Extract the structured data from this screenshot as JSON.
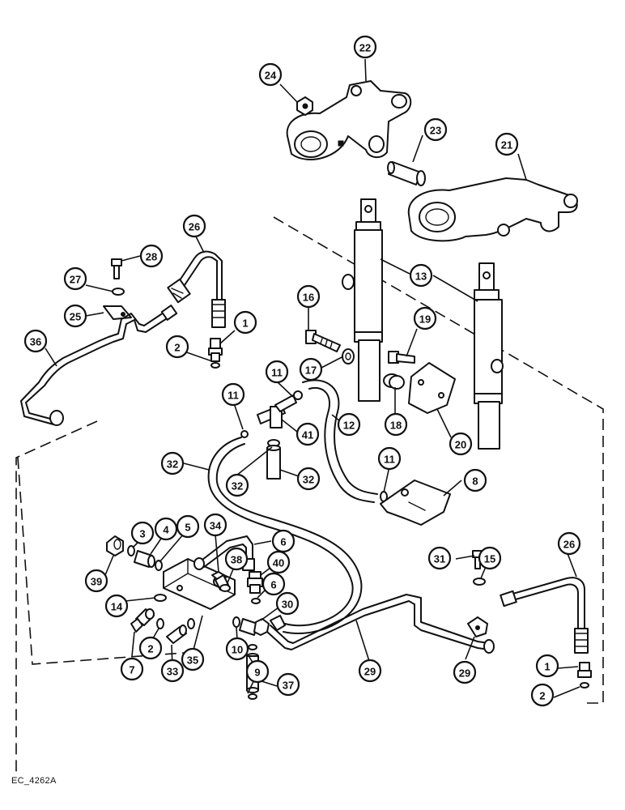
{
  "diagram": {
    "reference_code": "EC_4262A",
    "callouts": [
      "22",
      "24",
      "23",
      "21",
      "26",
      "28",
      "27",
      "25",
      "13",
      "16",
      "19",
      "36",
      "1",
      "2",
      "11",
      "17",
      "18",
      "20",
      "12",
      "41",
      "32",
      "8",
      "34",
      "6",
      "3",
      "4",
      "5",
      "39",
      "38",
      "40",
      "14",
      "30",
      "31",
      "15",
      "10",
      "9",
      "37",
      "7",
      "33",
      "35",
      "29"
    ]
  }
}
